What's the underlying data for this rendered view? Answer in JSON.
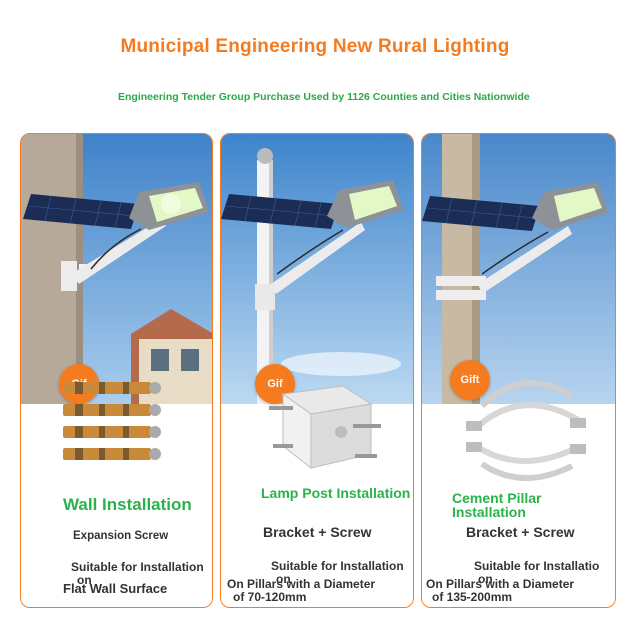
{
  "header": {
    "title": "Municipal Engineering New Rural Lighting",
    "subtitle": "Engineering Tender Group Purchase Used by 1126 Counties and Cities Nationwide"
  },
  "colors": {
    "accent_orange": "#f47b20",
    "title_green": "#2bb24c",
    "subtitle_green": "#2da84a",
    "text_dark": "#333333"
  },
  "cards": [
    {
      "gift_label": "Gif",
      "install_title": "Wall Installation",
      "accessory": "Expansion Screw",
      "suitable_1": "Suitable for Installation",
      "suitable_2": "on",
      "surface": "Flat Wall Surface",
      "accessory_icon": "expansion-screws-icon"
    },
    {
      "gift_label": "Gif",
      "install_title": "Lamp Post Installation",
      "accessory": "Bracket + Screw",
      "suitable_1": "Suitable for Installation",
      "suitable_2": "on",
      "surface": "On Pillars with a Diameter",
      "range": "of 70-120mm",
      "accessory_icon": "mounting-bracket-icon"
    },
    {
      "gift_label": "Gift",
      "install_title": "Cement Pillar Installation",
      "accessory": "Bracket + Screw",
      "suitable_1": "Suitable for Installatio",
      "suitable_2": "on",
      "surface": "On Pillars with a Diameter",
      "range": "of 135-200mm",
      "accessory_icon": "pipe-clamps-icon"
    }
  ]
}
